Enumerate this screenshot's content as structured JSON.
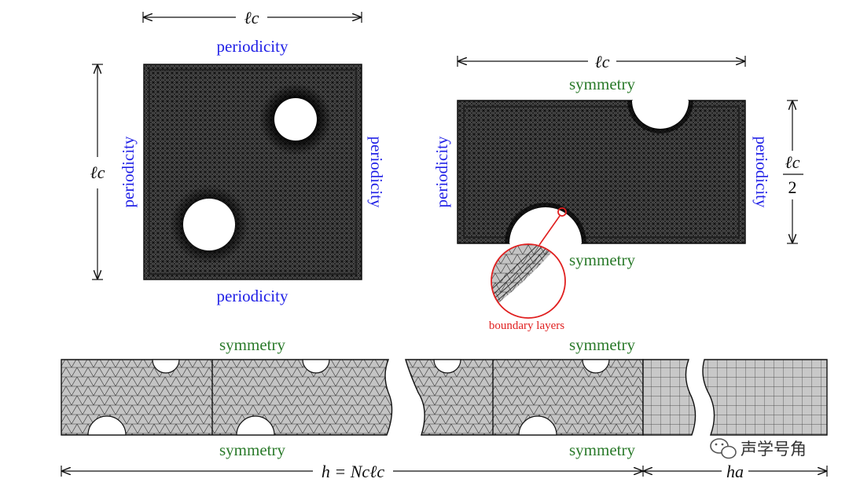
{
  "labels": {
    "periodicity": "periodicity",
    "symmetry": "symmetry",
    "boundary_layers": "boundary layers",
    "lc": "ℓc",
    "lc_half_num": "ℓc",
    "lc_half_den": "2",
    "h_eq": "h = Ncℓc",
    "ha": "ha"
  },
  "watermark": {
    "text": "声学号角",
    "icon": "wechat-icon"
  },
  "colors": {
    "periodicity": "#1f1fe6",
    "symmetry": "#2a7a2a",
    "boundary": "#e01f1f",
    "mesh_dark": "#2b2b2b",
    "mesh_light": "#bdbdbd"
  }
}
